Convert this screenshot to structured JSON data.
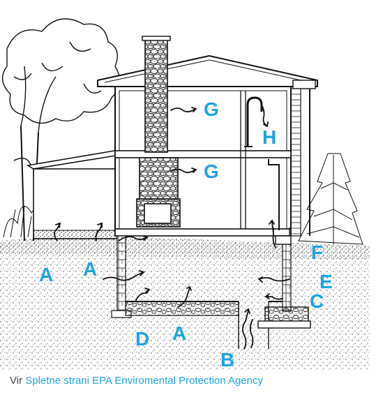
{
  "figure": {
    "labels": {
      "A1": "A",
      "A2": "A",
      "A3": "A",
      "B": "B",
      "C": "C",
      "D": "D",
      "E": "E",
      "F": "F",
      "G1": "G",
      "G2": "G",
      "H": "H"
    }
  },
  "caption": {
    "prefix": "Vir",
    "link_text": "Spletne strani EPA Enviromental Protection Agency"
  },
  "colors": {
    "label": "#1fa3e0",
    "ink": "#1a1a1a"
  }
}
